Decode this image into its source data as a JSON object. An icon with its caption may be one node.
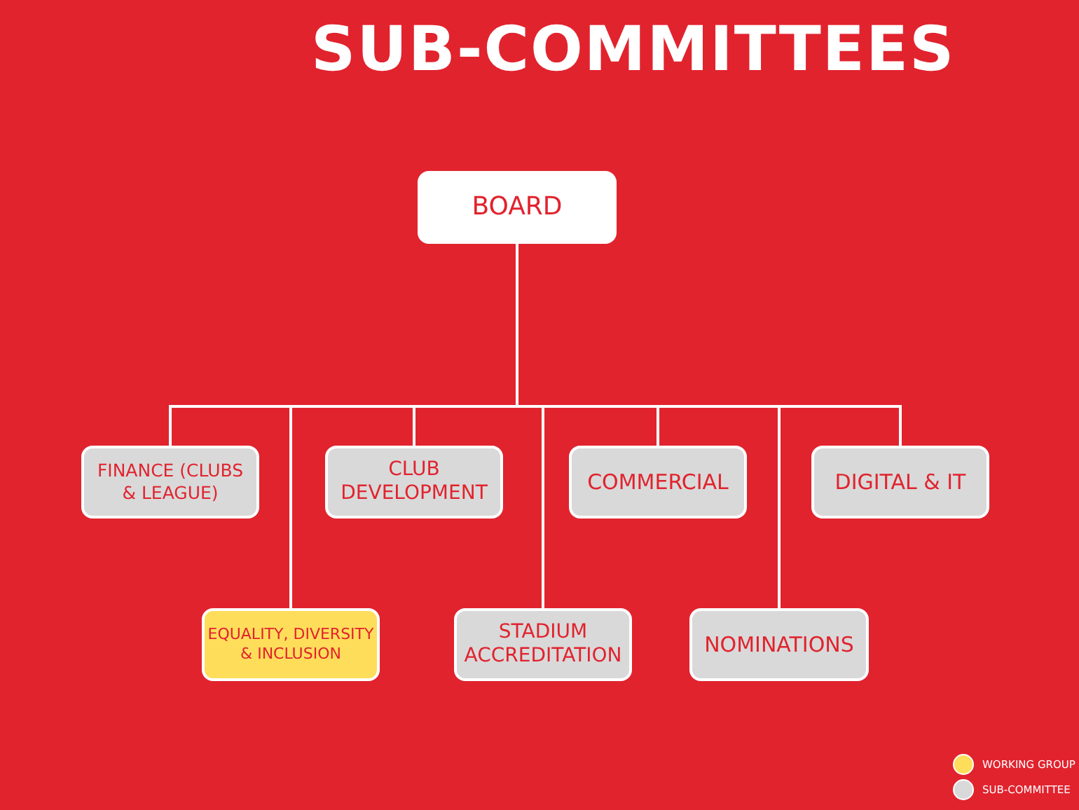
{
  "diagram": {
    "title": "SUB-COMMITTEES",
    "nodes": [
      {
        "text": [
          "BOARD"
        ]
      },
      {
        "text": [
          "FINANCE (CLUBS & LEAGUE)"
        ]
      },
      {
        "text": [
          "EQUALITY, DIVERSITY & INCLUSION"
        ]
      },
      {
        "text": [
          "CLUB DEVELOPMENT"
        ]
      },
      {
        "text": [
          "STADIUM ACCREDITATION"
        ]
      },
      {
        "text": [
          "COMMERCIAL"
        ]
      },
      {
        "text": [
          "NOMINATIONS"
        ]
      },
      {
        "text": [
          "DIGITAL & IT"
        ]
      }
    ],
    "edges": [
      {
        "from": 0,
        "to": 1,
        "arrow": "none"
      },
      {
        "from": 0,
        "to": 2,
        "arrow": "none"
      },
      {
        "from": 0,
        "to": 3,
        "arrow": "none"
      },
      {
        "from": 0,
        "to": 4,
        "arrow": "none"
      },
      {
        "from": 0,
        "to": 5,
        "arrow": "none"
      },
      {
        "from": 0,
        "to": 6,
        "arrow": "none"
      },
      {
        "from": 0,
        "to": 7,
        "arrow": "none"
      }
    ],
    "legend": [
      {
        "text": "WORKING GROUP",
        "color": "#fedd5a"
      },
      {
        "text": "SUB-COMMITTEE",
        "color": "#d9d9d9"
      }
    ]
  }
}
